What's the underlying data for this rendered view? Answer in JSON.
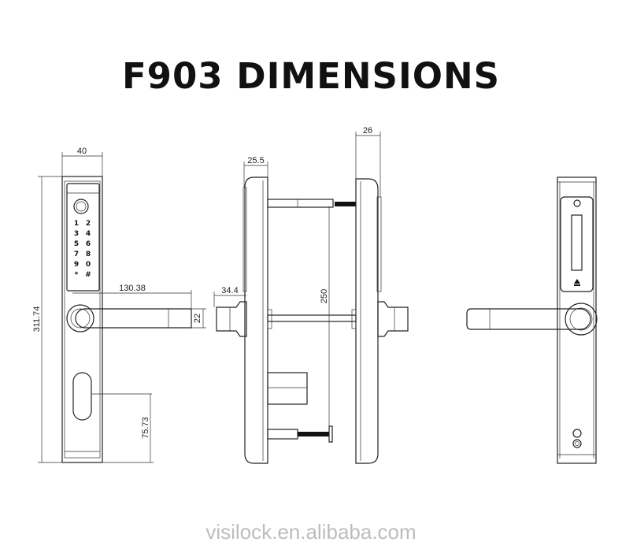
{
  "title": "F903 DIMENSIONS",
  "watermark": "visilock.en.alibaba.com",
  "front_view": {
    "keypad_keys": [
      "1",
      "2",
      "3",
      "4",
      "5",
      "6",
      "7",
      "8",
      "9",
      "0",
      "*",
      "#"
    ],
    "dimensions": {
      "width": "40",
      "height": "311.74",
      "handle_length": "130.38",
      "handle_height": "22",
      "cylinder_offset": "75.73"
    }
  },
  "side_view": {
    "dimensions": {
      "outer_depth": "25.5",
      "inner_depth": "26",
      "knob_projection": "34.4",
      "screw_spacing": "250"
    }
  },
  "back_view": {
    "icon": "eject-battery-icon"
  }
}
